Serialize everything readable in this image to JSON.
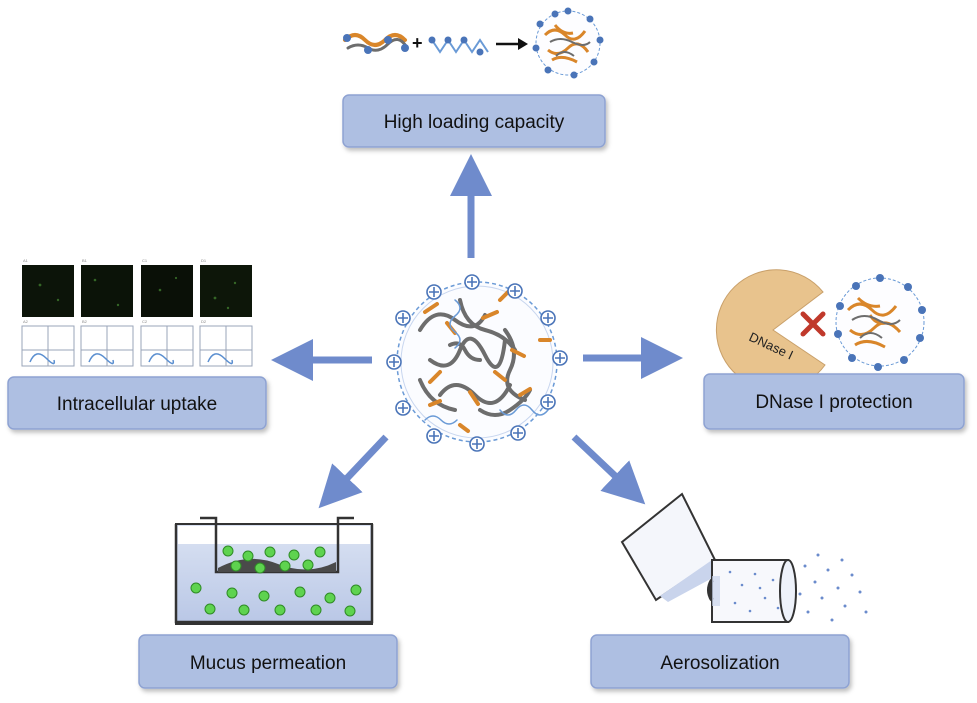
{
  "labels": {
    "high_loading": "High loading capacity",
    "intracellular": "Intracellular uptake",
    "dnase_protection": "DNase I protection",
    "mucus": "Mucus permeation",
    "aerosolization": "Aerosolization",
    "dnase_enzyme": "DNase I",
    "plus_sign": "+",
    "cell_labels": [
      "A1",
      "B1",
      "C1",
      "D1"
    ],
    "flow_labels": [
      "A2",
      "B2",
      "C2",
      "D2"
    ]
  },
  "icons": {
    "charge": "plus-circle-icon",
    "block": "red-x-icon",
    "arrow": "arrow-icon"
  },
  "colors": {
    "box_fill": "#aebfe2",
    "box_stroke": "#8ea2d2",
    "arrow": "#6f8bcc",
    "polymer_gray": "#6d6d6d",
    "polymer_orange": "#d9862a",
    "dna_blue": "#6a9ad6",
    "charge_blue": "#4a74b8",
    "pacman": "#e8c38d",
    "red_x": "#c0392b",
    "mucus_green": "#5ed34f",
    "mucus_bath": "#c9d4ec"
  }
}
